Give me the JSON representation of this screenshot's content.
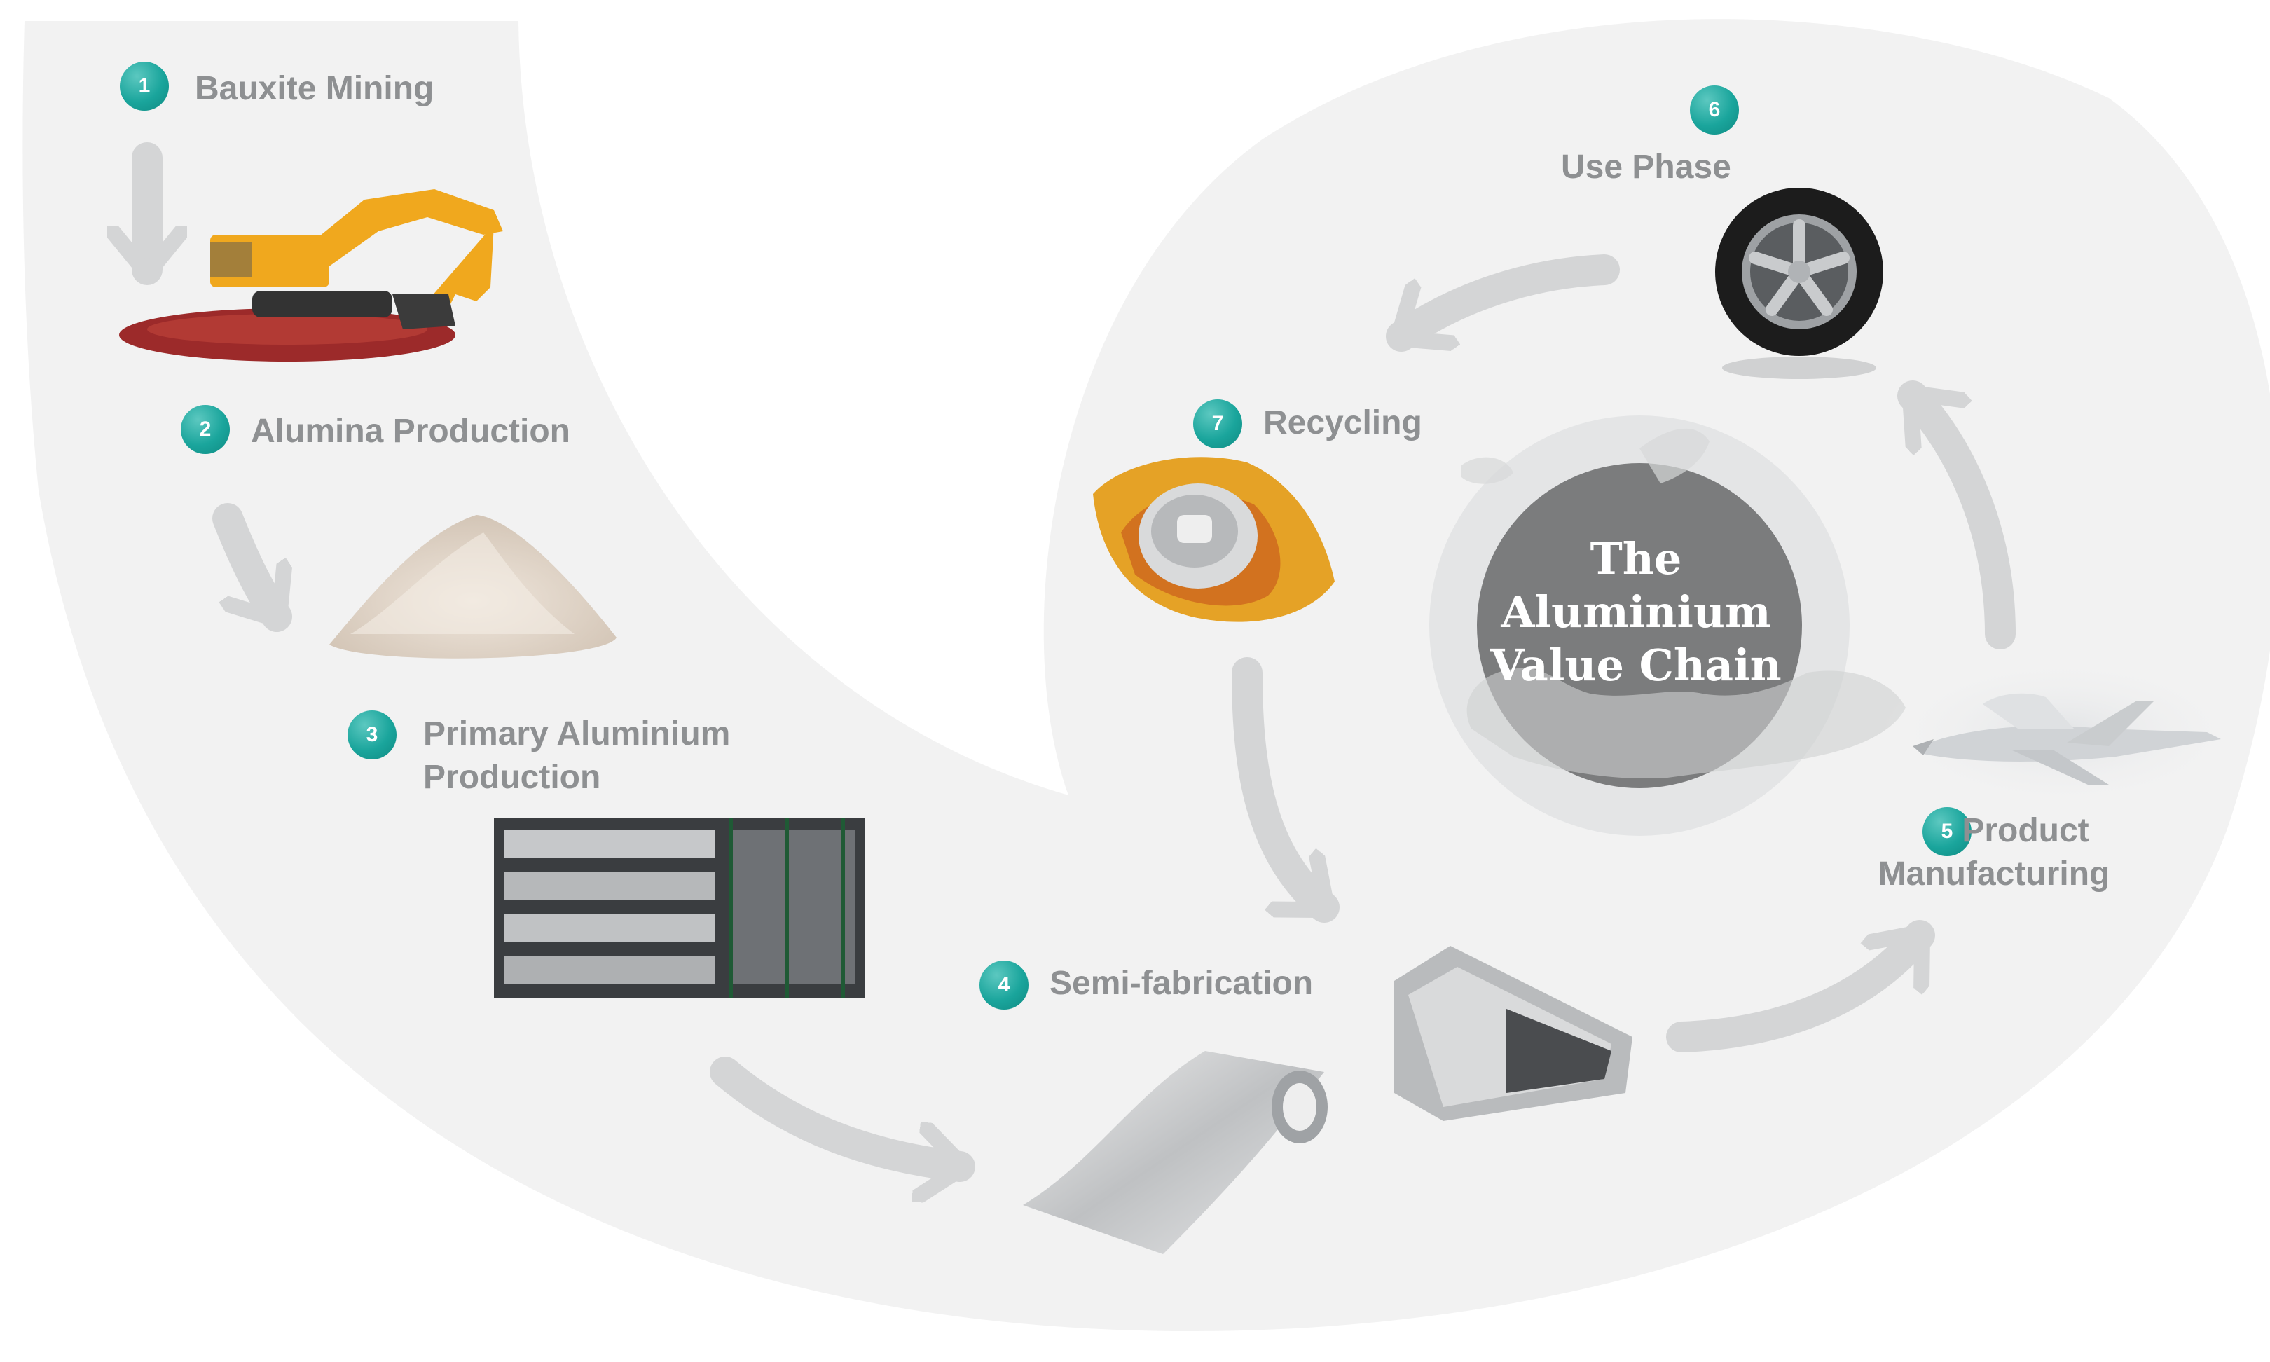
{
  "center": {
    "line1": "The",
    "line2": "Aluminium",
    "line3": "Value Chain"
  },
  "steps": [
    {
      "number": "1",
      "label": "Bauxite Mining",
      "image": "excavator-image"
    },
    {
      "number": "2",
      "label": "Alumina Production",
      "image": "alumina-powder-image"
    },
    {
      "number": "3",
      "label": "Primary Aluminium",
      "label2": "Production",
      "image": "aluminium-ingots-image"
    },
    {
      "number": "4",
      "label": "Semi-fabrication",
      "image": "aluminium-sheet-roll-image"
    },
    {
      "number": "5",
      "label": "Product",
      "label2": "Manufacturing",
      "image": "airplane-image"
    },
    {
      "number": "6",
      "label": "Use Phase",
      "image": "car-wheel-image"
    },
    {
      "number": "7",
      "label": "Recycling",
      "image": "crushed-can-image"
    }
  ],
  "colors": {
    "badge": "#1aa59c",
    "label": "#8e9092",
    "arrow": "#d4d5d6",
    "band": "#f2f2f2",
    "center": "#7b7c7d"
  }
}
